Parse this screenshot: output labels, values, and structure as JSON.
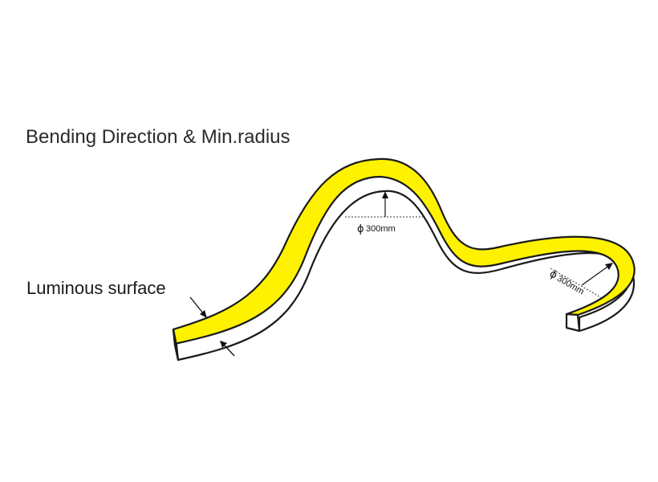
{
  "diagram": {
    "title": "Bending Direction & Min.radius",
    "surface_label": "Luminous surface",
    "radius_top": {
      "symbol": "ϕ",
      "value": "300mm"
    },
    "radius_right": {
      "symbol": "ϕ",
      "value": "300mm"
    }
  },
  "colors": {
    "luminous": "#FFF200",
    "body": "#FFFFFF",
    "outline": "#1A1A1A"
  }
}
